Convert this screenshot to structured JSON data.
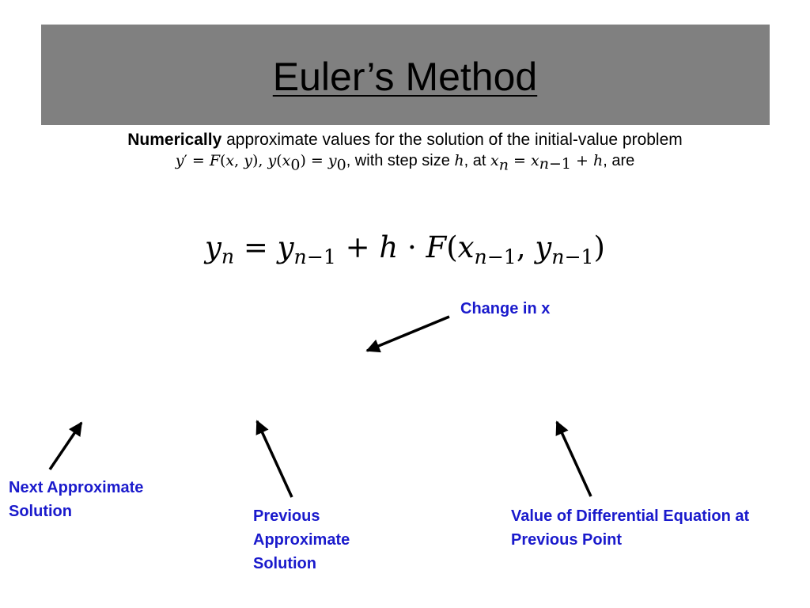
{
  "title": "Euler’s Method",
  "intro": {
    "bold": "Numerically",
    "line1_rest": " approximate values for the solution of the initial-value problem",
    "line2_text1": ", with step size ",
    "line2_text2": ", at ",
    "line2_text3": ", are"
  },
  "labels": {
    "change_in_x": "Change in x",
    "next_solution": "Next Approximate Solution",
    "previous_solution": "Previous Approximate Solution",
    "value_de": "Value of Differential Equation at Previous Point"
  },
  "colors": {
    "title_bar": "#808080",
    "label_text": "#1a1acc"
  }
}
